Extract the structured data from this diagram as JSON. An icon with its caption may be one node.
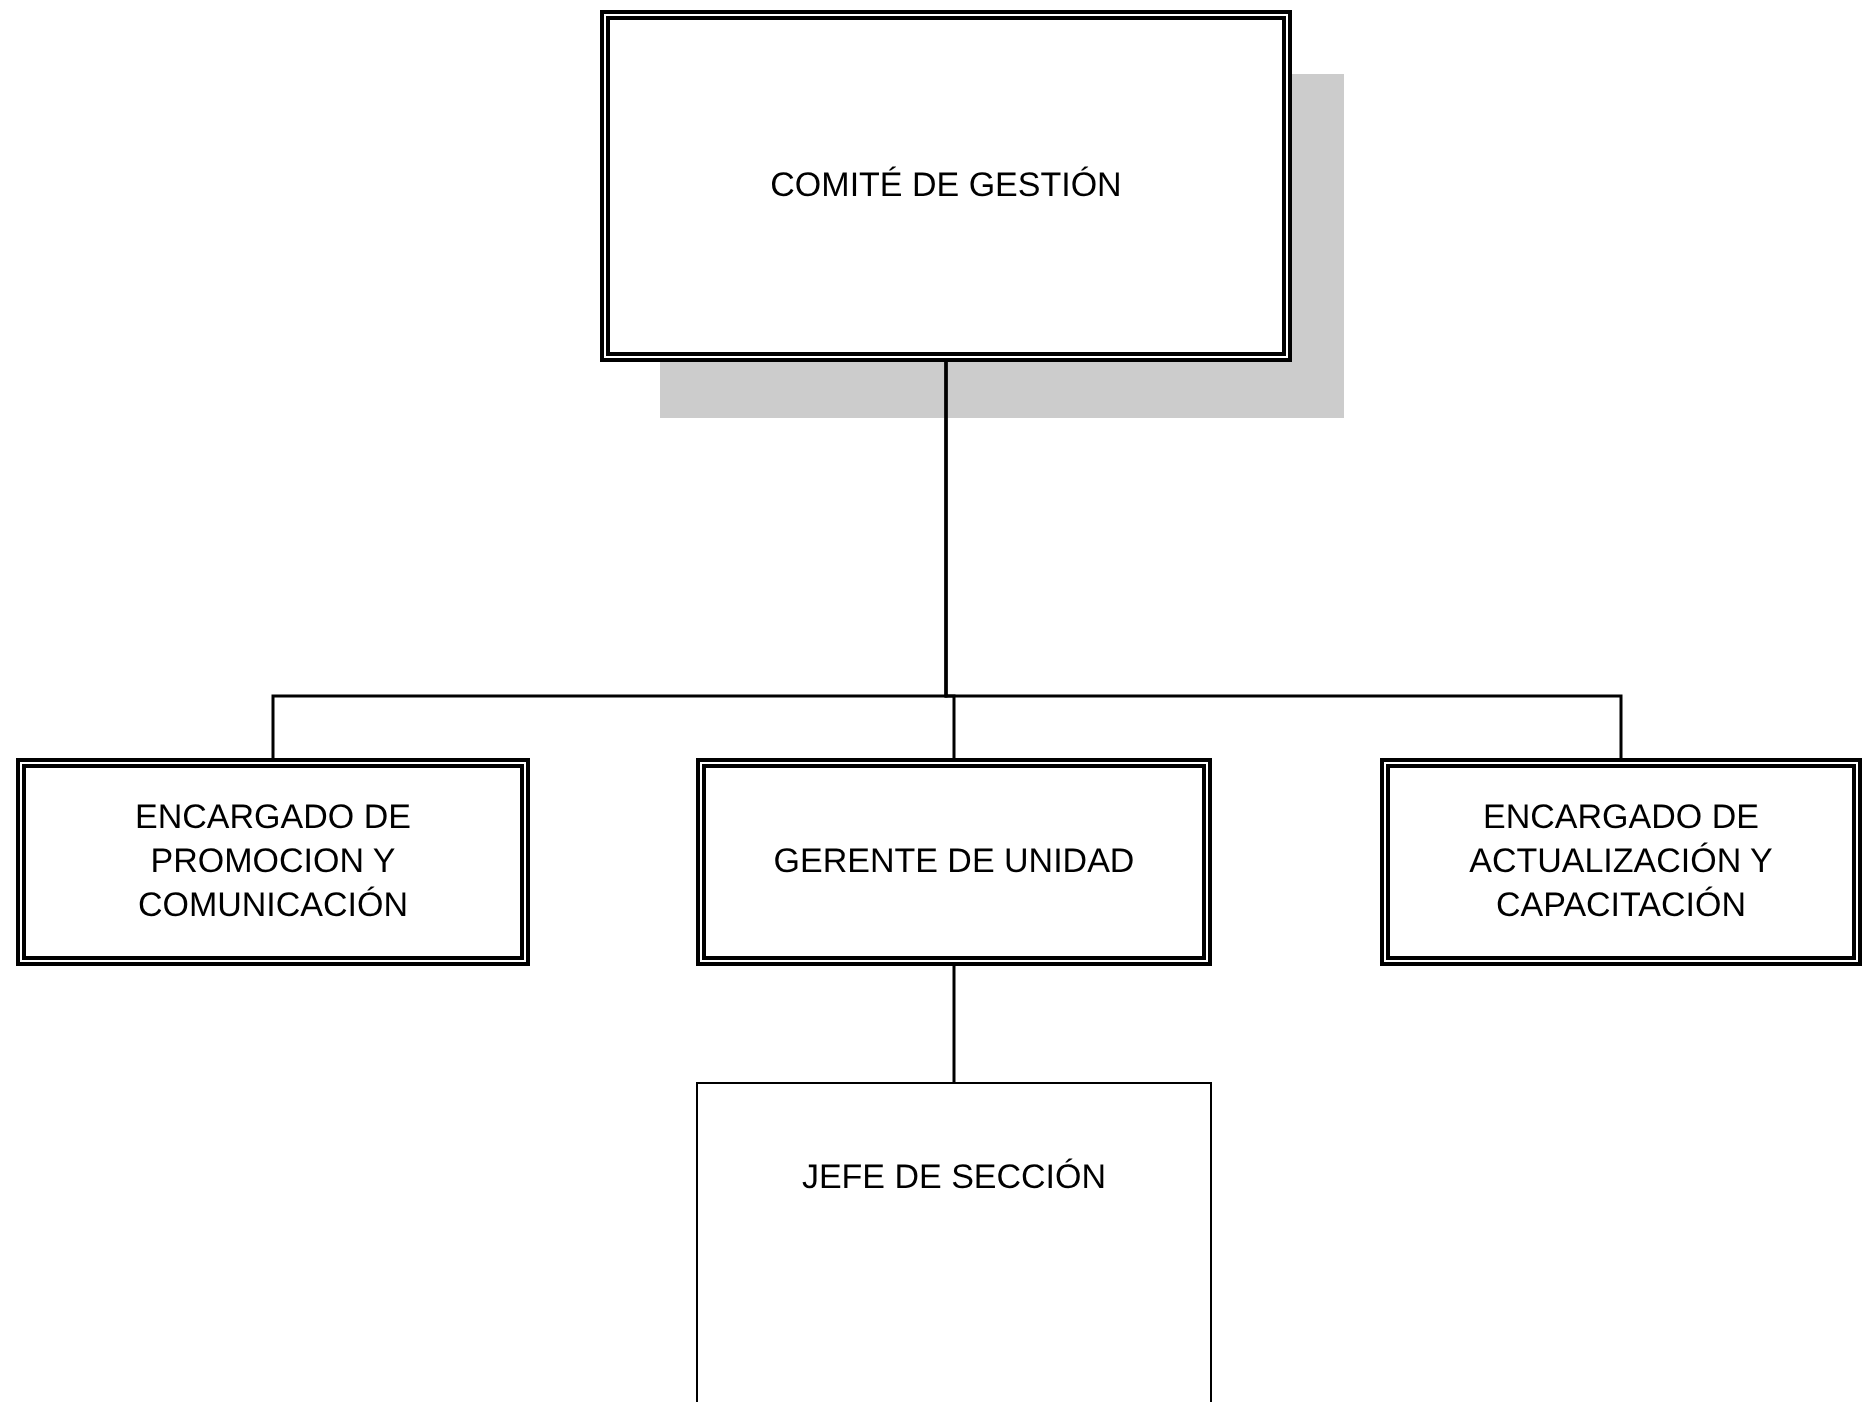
{
  "diagram": {
    "nodes": [
      {
        "text": [
          "COMITÉ DE GESTIÓN"
        ]
      },
      {
        "text": [
          "ENCARGADO DE PROMOCION Y COMUNICACIÓN"
        ]
      },
      {
        "text": [
          "GERENTE DE UNIDAD"
        ]
      },
      {
        "text": [
          "ENCARGADO DE ACTUALIZACIÓN Y CAPACITACIÓN"
        ]
      },
      {
        "text": [
          "JEFE DE SECCIÓN"
        ]
      }
    ],
    "edges": [
      {
        "from": 0,
        "to": 1,
        "arrow": "none"
      },
      {
        "from": 0,
        "to": 2,
        "arrow": "none"
      },
      {
        "from": 0,
        "to": 3,
        "arrow": "none"
      },
      {
        "from": 2,
        "to": 4,
        "arrow": "none"
      }
    ]
  }
}
